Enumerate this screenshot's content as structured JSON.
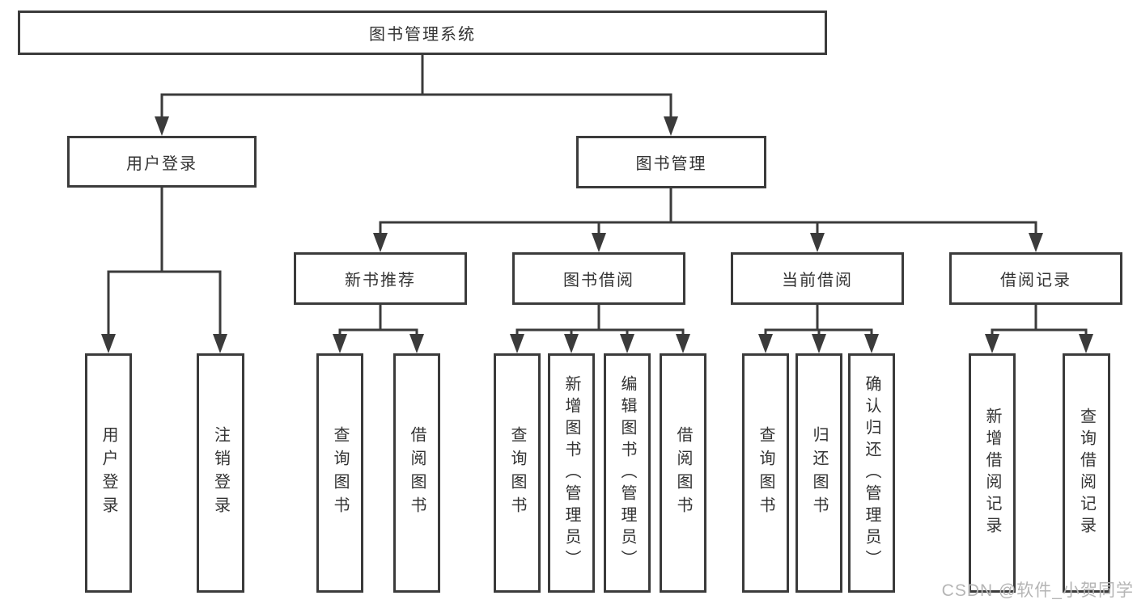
{
  "watermark": "CSDN @软件_小贺同学",
  "tree": {
    "root": {
      "label": "图书管理系统"
    },
    "login": {
      "label": "用户登录",
      "children": [
        {
          "label": "用户登录"
        },
        {
          "label": "注销登录"
        }
      ]
    },
    "mgmt": {
      "label": "图书管理",
      "children": [
        {
          "label": "新书推荐",
          "children": [
            {
              "label": "查询图书"
            },
            {
              "label": "借阅图书"
            }
          ]
        },
        {
          "label": "图书借阅",
          "children": [
            {
              "label": "查询图书"
            },
            {
              "label": "新增图书（管理员）"
            },
            {
              "label": "编辑图书（管理员）"
            },
            {
              "label": "借阅图书"
            }
          ]
        },
        {
          "label": "当前借阅",
          "children": [
            {
              "label": "查询图书"
            },
            {
              "label": "归还图书"
            },
            {
              "label": "确认归还（管理员）"
            }
          ]
        },
        {
          "label": "借阅记录",
          "children": [
            {
              "label": "新增借阅记录"
            },
            {
              "label": "查询借阅记录"
            }
          ]
        }
      ]
    }
  }
}
